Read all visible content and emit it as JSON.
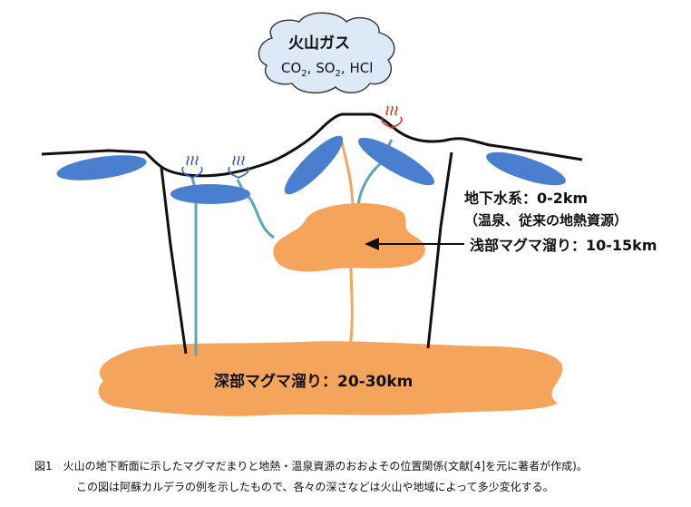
{
  "gas": {
    "title": "火山ガス",
    "formula": {
      "co": "CO",
      "sub1": "2",
      "so": ", SO",
      "sub2": "2",
      "hcl": ", HCl"
    }
  },
  "labels": {
    "groundwater_1": "地下水系：0-2km",
    "groundwater_2": "（温泉、従来の地熱資源）",
    "shallow_magma": "浅部マグマ溜り：10-15km",
    "deep_magma": "深部マグマ溜り：20-30km"
  },
  "caption": {
    "line1": "図1　火山の地下断面に示したマグマだまりと地熱・温泉資源のおおよその位置関係(文献[4]を元に著者が作成)。",
    "line2": "この図は阿蘇カルデラの例を示したもので、各々の深さなどは火山や地域によって多少変化する。"
  },
  "colors": {
    "magma": "#f5a55b",
    "water": "#4a7fd0",
    "conduit": "#5aa8b4",
    "hot_spring": "#3a5fc8",
    "hot_spring_crater": "#d9352b",
    "cloud": "#dde9f7"
  },
  "icons": [
    "hot-spring-icon"
  ]
}
